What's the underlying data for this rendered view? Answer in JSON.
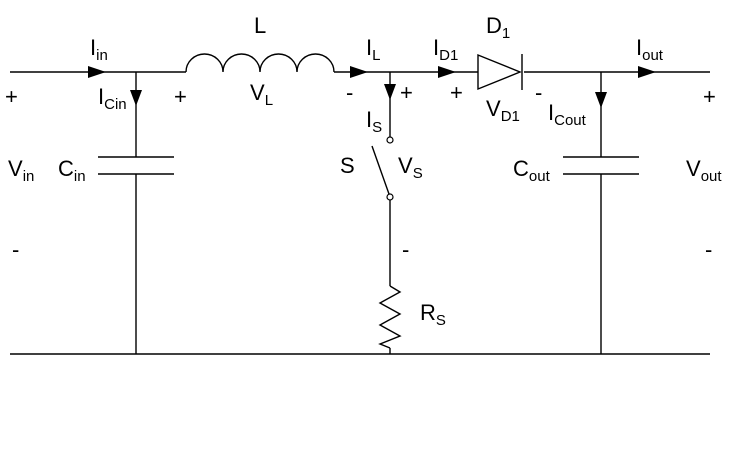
{
  "labels": {
    "i_in": {
      "main": "I",
      "sub": "in"
    },
    "i_cin": {
      "main": "I",
      "sub": "Cin"
    },
    "v_in": {
      "main": "V",
      "sub": "in"
    },
    "c_in": {
      "main": "C",
      "sub": "in"
    },
    "l": {
      "main": "L"
    },
    "v_l": {
      "main": "V",
      "sub": "L"
    },
    "i_l": {
      "main": "I",
      "sub": "L"
    },
    "i_s": {
      "main": "I",
      "sub": "S"
    },
    "s": {
      "main": "S"
    },
    "v_s": {
      "main": "V",
      "sub": "S"
    },
    "r_s": {
      "main": "R",
      "sub": "S"
    },
    "i_d1": {
      "main": "I",
      "sub": "D1"
    },
    "d1": {
      "main": "D",
      "sub": "1"
    },
    "v_d1": {
      "main": "V",
      "sub": "D1"
    },
    "i_cout": {
      "main": "I",
      "sub": "Cout"
    },
    "c_out": {
      "main": "C",
      "sub": "out"
    },
    "i_out": {
      "main": "I",
      "sub": "out"
    },
    "v_out": {
      "main": "V",
      "sub": "out"
    }
  },
  "signs": {
    "plus": "+",
    "minus": "-"
  }
}
